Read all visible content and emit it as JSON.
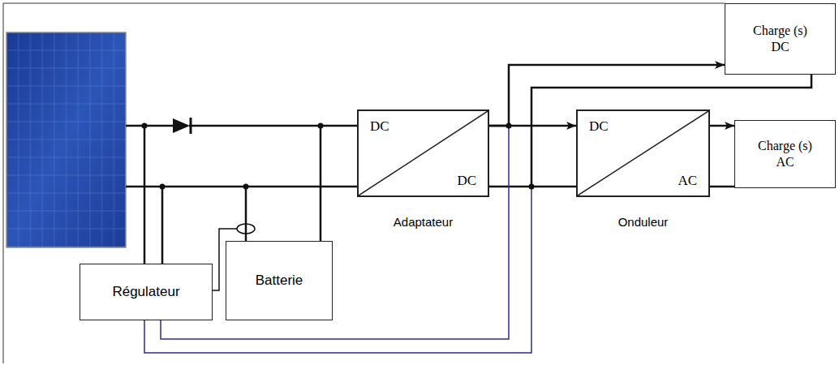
{
  "diagram": {
    "nodes": [
      {
        "text": [
          "Charge (s) DC"
        ]
      },
      {
        "text": [
          "DC",
          "DC",
          "Adaptateur"
        ]
      },
      {
        "text": [
          "DC",
          "AC",
          "Onduleur"
        ]
      },
      {
        "text": [
          "Charge (s) AC"
        ]
      },
      {
        "text": [
          "Régulateur"
        ]
      },
      {
        "text": [
          "Batterie"
        ]
      }
    ],
    "edges": [
      {
        "from": 1,
        "to": 2,
        "arrow": "to"
      },
      {
        "from": 1,
        "to": 0,
        "arrow": "to"
      },
      {
        "from": 2,
        "to": 3,
        "arrow": "to"
      },
      {
        "from": 5,
        "to": 1,
        "arrow": "none"
      }
    ]
  }
}
